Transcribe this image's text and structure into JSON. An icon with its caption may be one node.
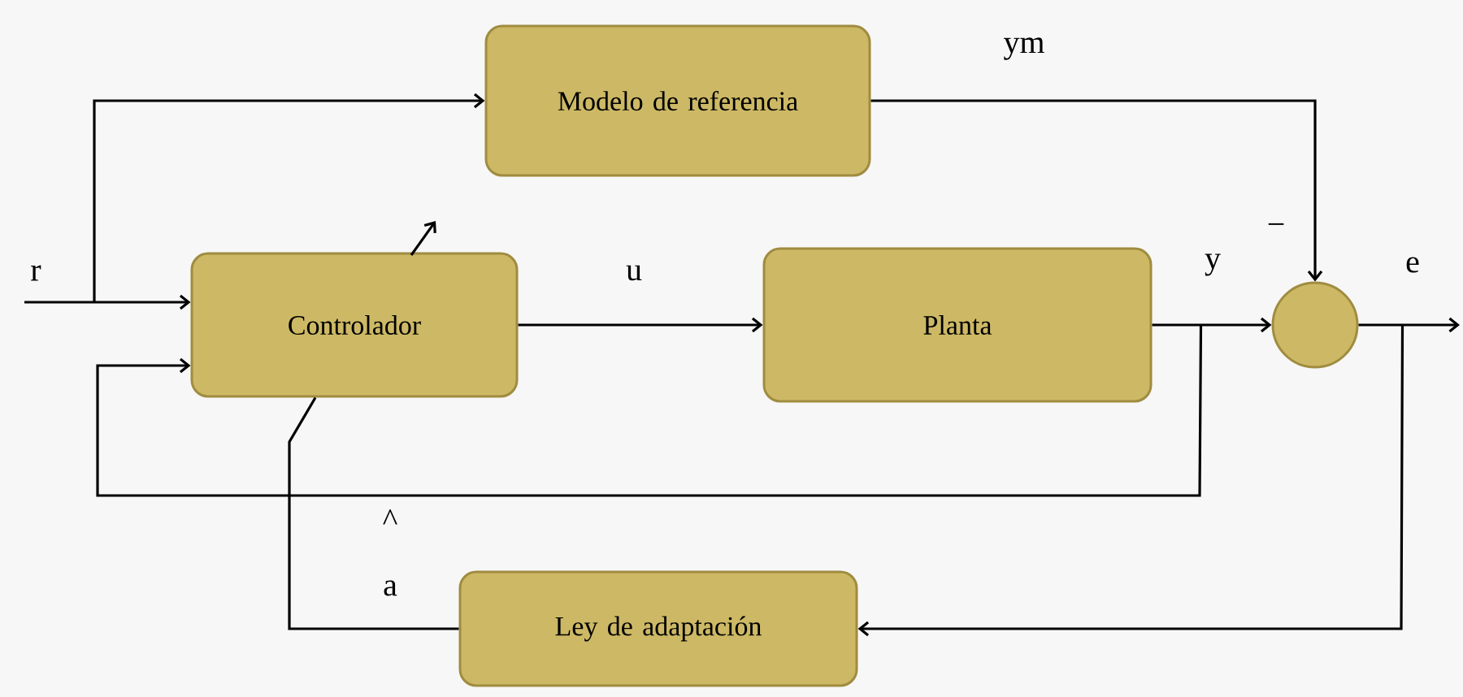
{
  "diagram": {
    "nodes": [
      {
        "text": [
          "Modelo de referencia"
        ]
      },
      {
        "text": [
          "Controlador"
        ]
      },
      {
        "text": [
          "Planta"
        ]
      },
      {
        "text": [],
        "shape": "circle"
      },
      {
        "text": [
          "Ley de adaptación"
        ]
      }
    ],
    "edges": [
      {
        "from": null,
        "to": 1,
        "arrow": "to",
        "label": "r"
      },
      {
        "from": null,
        "to": 0,
        "arrow": "to"
      },
      {
        "from": 1,
        "to": 2,
        "arrow": "to",
        "label": "u"
      },
      {
        "from": 0,
        "to": 3,
        "arrow": "to",
        "label": "ym"
      },
      {
        "from": 2,
        "to": 3,
        "arrow": "to",
        "label": "y"
      },
      {
        "from": 3,
        "to": null,
        "arrow": "to",
        "label": "e"
      },
      {
        "from": 3,
        "to": 4,
        "arrow": "to"
      },
      {
        "from": 2,
        "to": 1,
        "arrow": "to"
      },
      {
        "from": 4,
        "to": 1,
        "arrow": "none",
        "label": "a"
      }
    ],
    "labels": [
      "−",
      "^"
    ]
  }
}
